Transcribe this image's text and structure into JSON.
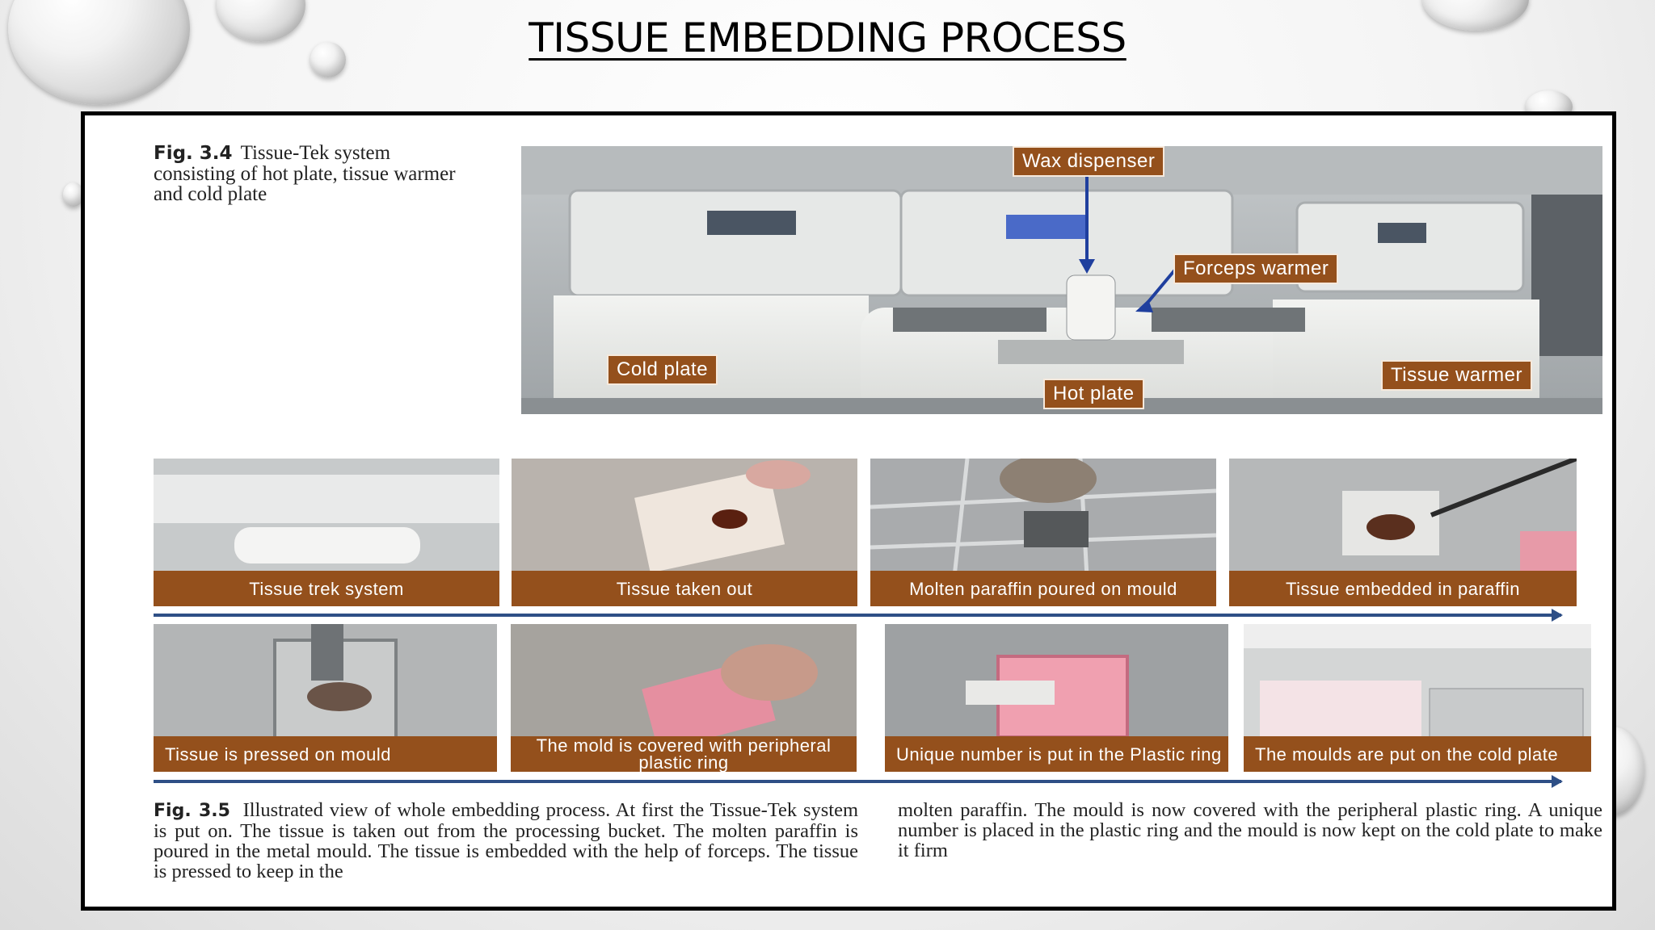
{
  "slide": {
    "title": "TISSUE EMBEDDING PROCESS"
  },
  "fig34": {
    "label": "Fig. 3.4",
    "caption": "Tissue-Tek system consisting of hot plate, tissue warmer and cold plate",
    "callouts": {
      "wax_dispenser": "Wax dispenser",
      "forceps_warmer": "Forceps warmer",
      "cold_plate": "Cold plate",
      "hot_plate": "Hot plate",
      "tissue_warmer": "Tissue warmer"
    }
  },
  "steps": [
    {
      "label": "Tissue trek system"
    },
    {
      "label": "Tissue taken out"
    },
    {
      "label": "Molten paraffin poured on mould"
    },
    {
      "label": "Tissue embedded in paraffin"
    },
    {
      "label": "Tissue is pressed on mould"
    },
    {
      "label": "The mold is covered with peripheral plastic ring"
    },
    {
      "label": "Unique number is put in the Plastic ring"
    },
    {
      "label": "The moulds are put on the cold plate"
    }
  ],
  "fig35": {
    "label": "Fig. 3.5",
    "text_left": "Illustrated view of whole embedding process. At first the Tissue-Tek system is put on. The tissue is taken out from the processing bucket. The molten paraffin is poured in the metal mould. The tissue is embedded with the help of forceps. The tissue is pressed to keep in the",
    "text_right": "molten paraffin. The mould is now covered with the peripheral plastic ring. A unique number is placed in the plastic ring and the mould is now kept on the cold plate to make it firm"
  },
  "colors": {
    "label_bg": "#94501c",
    "arrow": "#2e4f86",
    "title": "#000000"
  }
}
